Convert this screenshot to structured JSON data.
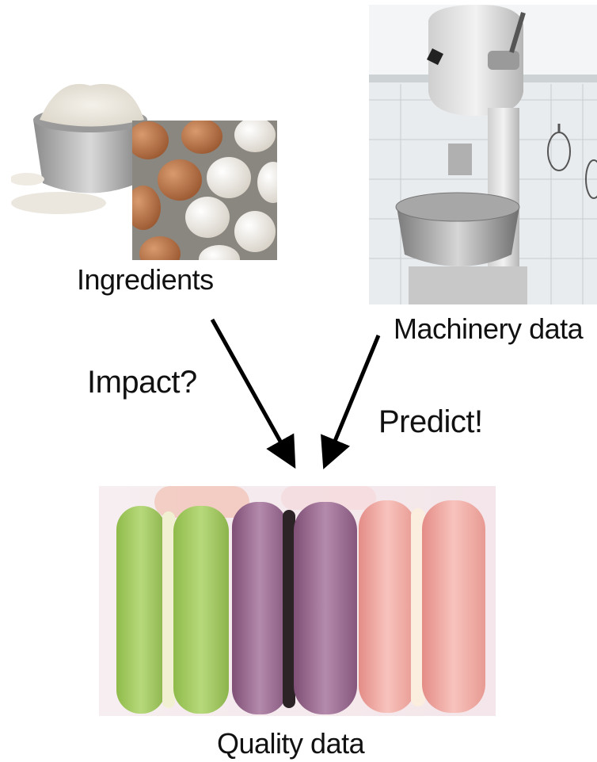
{
  "labels": {
    "ingredients": "Ingredients",
    "machinery": "Machinery data",
    "impact": "Impact?",
    "predict": "Predict!",
    "quality": "Quality data"
  },
  "images": {
    "flour": "flour-bowl-photo",
    "eggs": "egg-carton-photo",
    "mixer": "industrial-mixer-photo",
    "macarons": "macarons-photo"
  },
  "colors": {
    "arrow": "#000000",
    "macaron_green": "#a9cf6a",
    "macaron_purple": "#9a6e92",
    "macaron_pink": "#f0a8a3"
  }
}
